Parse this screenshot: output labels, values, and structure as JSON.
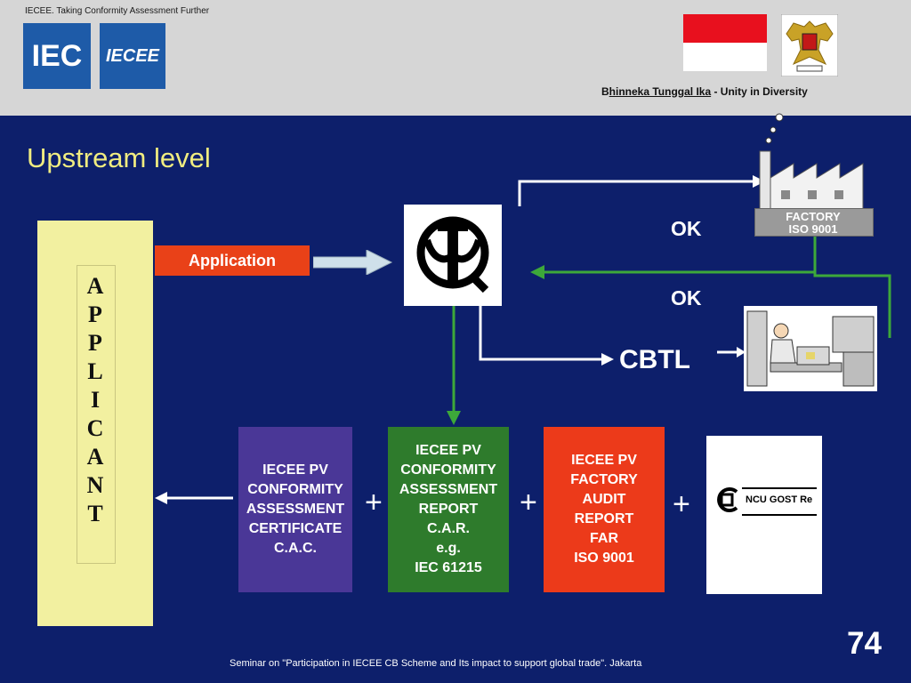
{
  "header": {
    "tagline": "IECEE. Taking Conformity Assessment Further",
    "logo_iec": "IEC",
    "logo_iecee": "IECEE",
    "motto_prefix": "B",
    "motto_underlined": "hinneka Tunggal Ika",
    "motto_suffix": " - Unity in Diversity",
    "flag_colors": {
      "top": "#e8101e",
      "bottom": "#ffffff"
    }
  },
  "title": "Upstream level",
  "applicant_letters": [
    "A",
    "P",
    "P",
    "L",
    "I",
    "C",
    "A",
    "N",
    "T"
  ],
  "application_label": "Application",
  "ok_top": "OK",
  "ok_bottom": "OK",
  "cbtl": "CBTL",
  "factory_label_line1": "FACTORY",
  "factory_label_line2": "ISO 9001",
  "cards": {
    "cac": [
      "IECEE PV",
      "CONFORMITY",
      "ASSESSMENT",
      "CERTIFICATE",
      "C.A.C."
    ],
    "car": [
      "IECEE PV",
      "CONFORMITY",
      "ASSESSMENT",
      "REPORT",
      "C.A.R.",
      "e.g.",
      "IEC 61215"
    ],
    "far": [
      "IECEE PV",
      "FACTORY",
      "AUDIT",
      "REPORT",
      "FAR",
      "ISO 9001"
    ],
    "gost_text": "NCU GOST Re"
  },
  "plus": "+",
  "footer": "Seminar on \"Participation in IECEE CB Scheme and Its impact to support global trade\". Jakarta",
  "page_number": "74",
  "colors": {
    "background": "#0d1f6b",
    "title": "#f0ec80",
    "applicant_panel": "#f2f0a0",
    "application_box": "#e94118",
    "cac_card": "#4a3797",
    "car_card": "#2e7b2c",
    "far_card": "#ec3a1a",
    "green_arrow": "#3da83a"
  }
}
